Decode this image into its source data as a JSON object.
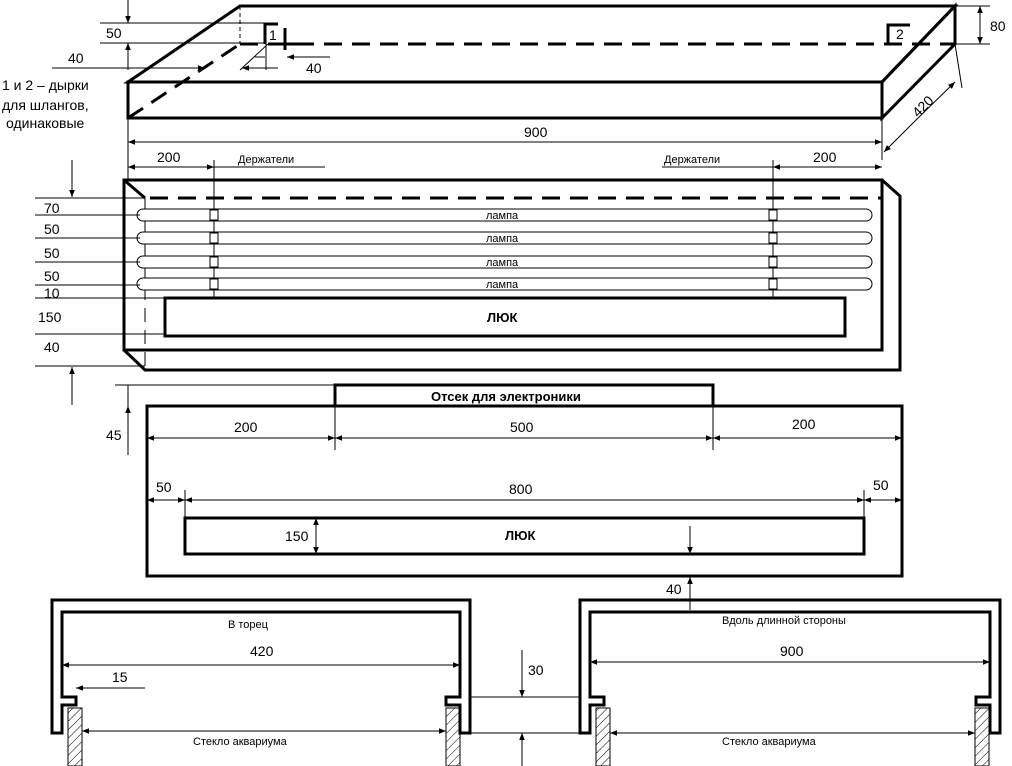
{
  "top_view": {
    "dim_height_hole": "50",
    "dim_offset_left": "40",
    "dim_offset_hole": "40",
    "hole_1": "1",
    "hole_2": "2",
    "dim_height": "80",
    "dim_depth": "420",
    "dim_length": "900",
    "note": [
      "1 и 2 – дырки",
      "для шлангов,",
      "одинаковые"
    ]
  },
  "front_view": {
    "dim_left_holder": "200",
    "dim_right_holder": "200",
    "holder_label_left": "Держатели",
    "holder_label_right": "Держатели",
    "lamp_labels": [
      "лампа",
      "лампа",
      "лампа",
      "лампа"
    ],
    "left_dims": [
      "70",
      "50",
      "50",
      "50",
      "10",
      "150",
      "40"
    ],
    "hatch_label": "ЛЮК"
  },
  "lid_view": {
    "compartment_label": "Отсек для электроники",
    "dim_compartment_height": "45",
    "dim_left": "200",
    "dim_middle": "500",
    "dim_right": "200",
    "dim_margin_left": "50",
    "dim_hatch_width": "800",
    "dim_margin_right": "50",
    "dim_hatch_height": "150",
    "hatch_label": "ЛЮК",
    "dim_bottom_margin": "40"
  },
  "profile_end": {
    "title": "В торец",
    "dim_width": "420",
    "dim_lip": "15",
    "glass_label": "Стекло аквариума"
  },
  "profile_side": {
    "title": "Вдоль длинной стороны",
    "dim_width": "900",
    "glass_label": "Стекло аквариума"
  },
  "dim_lip_height": "30"
}
